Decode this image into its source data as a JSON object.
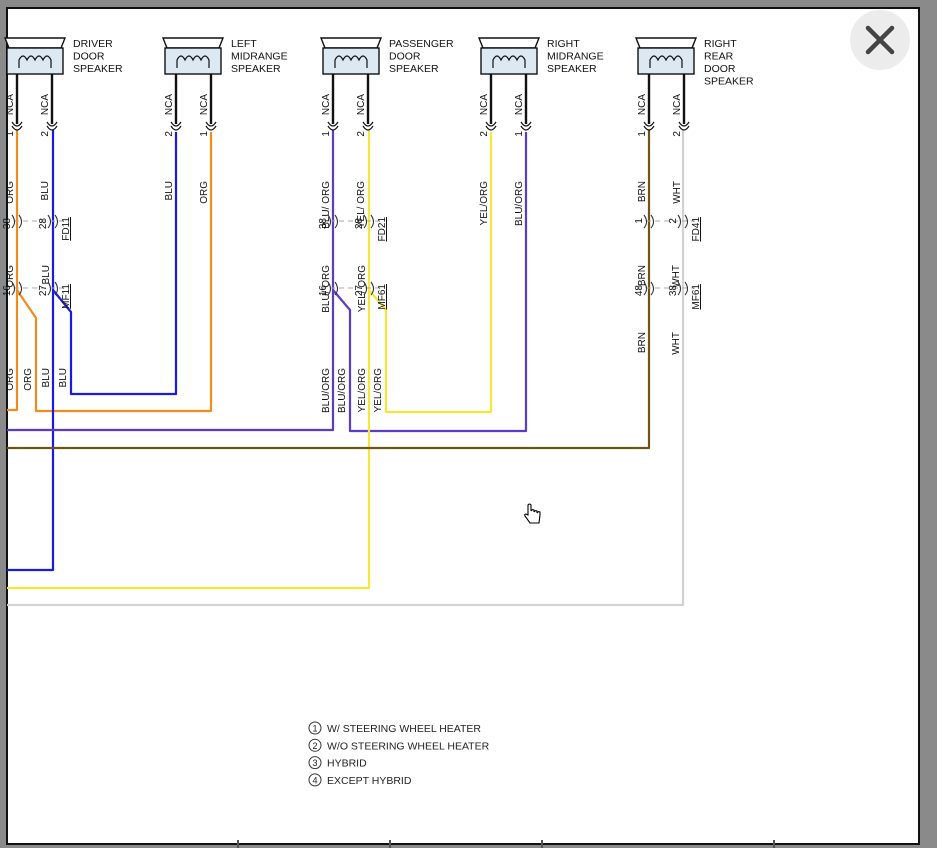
{
  "speakers": [
    {
      "id": "driver",
      "lines": [
        "DRIVER",
        "DOOR",
        "SPEAKER"
      ],
      "pins": [
        {
          "nca": "NCA",
          "num": "1",
          "wire": "ORG"
        },
        {
          "nca": "NCA",
          "num": "2",
          "wire": "BLU"
        }
      ]
    },
    {
      "id": "left-mid",
      "lines": [
        "LEFT",
        "MIDRANGE",
        "SPEAKER"
      ],
      "pins": [
        {
          "nca": "NCA",
          "num": "2",
          "wire": "BLU"
        },
        {
          "nca": "NCA",
          "num": "1",
          "wire": "ORG"
        }
      ]
    },
    {
      "id": "passenger",
      "lines": [
        "PASSENGER",
        "DOOR",
        "SPEAKER"
      ],
      "pins": [
        {
          "nca": "NCA",
          "num": "1",
          "wire": "BLU/ ORG"
        },
        {
          "nca": "NCA",
          "num": "2",
          "wire": "YEL/ ORG"
        }
      ]
    },
    {
      "id": "right-mid",
      "lines": [
        "RIGHT",
        "MIDRANGE",
        "SPEAKER"
      ],
      "pins": [
        {
          "nca": "NCA",
          "num": "2",
          "wire": "YEL/ORG"
        },
        {
          "nca": "NCA",
          "num": "1",
          "wire": "BLU/ORG"
        }
      ]
    },
    {
      "id": "right-rear",
      "lines": [
        "RIGHT",
        "REAR",
        "DOOR",
        "SPEAKER"
      ],
      "pins": [
        {
          "nca": "NCA",
          "num": "1",
          "wire": "BRN"
        },
        {
          "nca": "NCA",
          "num": "2",
          "wire": "WHT"
        }
      ]
    }
  ],
  "connectors": [
    {
      "name": "FD11",
      "pins": [
        "38",
        "28"
      ],
      "wires": [
        "ORG",
        "BLU"
      ]
    },
    {
      "name": "MF11",
      "pins": [
        "16",
        "27"
      ],
      "wires": [
        "ORG",
        "ORG",
        "BLU",
        "BLU"
      ]
    },
    {
      "name": "FD21",
      "pins": [
        "38",
        "28"
      ],
      "wires": [
        "BLU/ ORG",
        "YEL/ ORG"
      ]
    },
    {
      "name": "MF61",
      "pins": [
        "16",
        "27"
      ],
      "wires": [
        "BLU/ORG",
        "BLU/ORG",
        "YEL/ORG",
        "YEL/ORG"
      ]
    },
    {
      "name": "FD41",
      "pins": [
        "1",
        "2"
      ],
      "wires": [
        "BRN",
        "WHT"
      ]
    },
    {
      "name": "MF61",
      "pins": [
        "48",
        "38"
      ],
      "wires": [
        "BRN",
        "WHT"
      ]
    }
  ],
  "legend": [
    {
      "num": "1",
      "text": "W/ STEERING WHEEL HEATER"
    },
    {
      "num": "2",
      "text": "W/O STEERING WHEEL HEATER"
    },
    {
      "num": "3",
      "text": "HYBRID"
    },
    {
      "num": "4",
      "text": "EXCEPT HYBRID"
    }
  ],
  "colors": {
    "ORG": "#f08c1e",
    "BLU": "#1a1ae6",
    "YEL": "#f5e63c",
    "BLUORG": "#5a3cc8",
    "BRN": "#6e5514",
    "WHT": "#d2d2d2"
  },
  "icons": {
    "close": "close-x-icon",
    "cursor": "hand-pointer-icon"
  }
}
